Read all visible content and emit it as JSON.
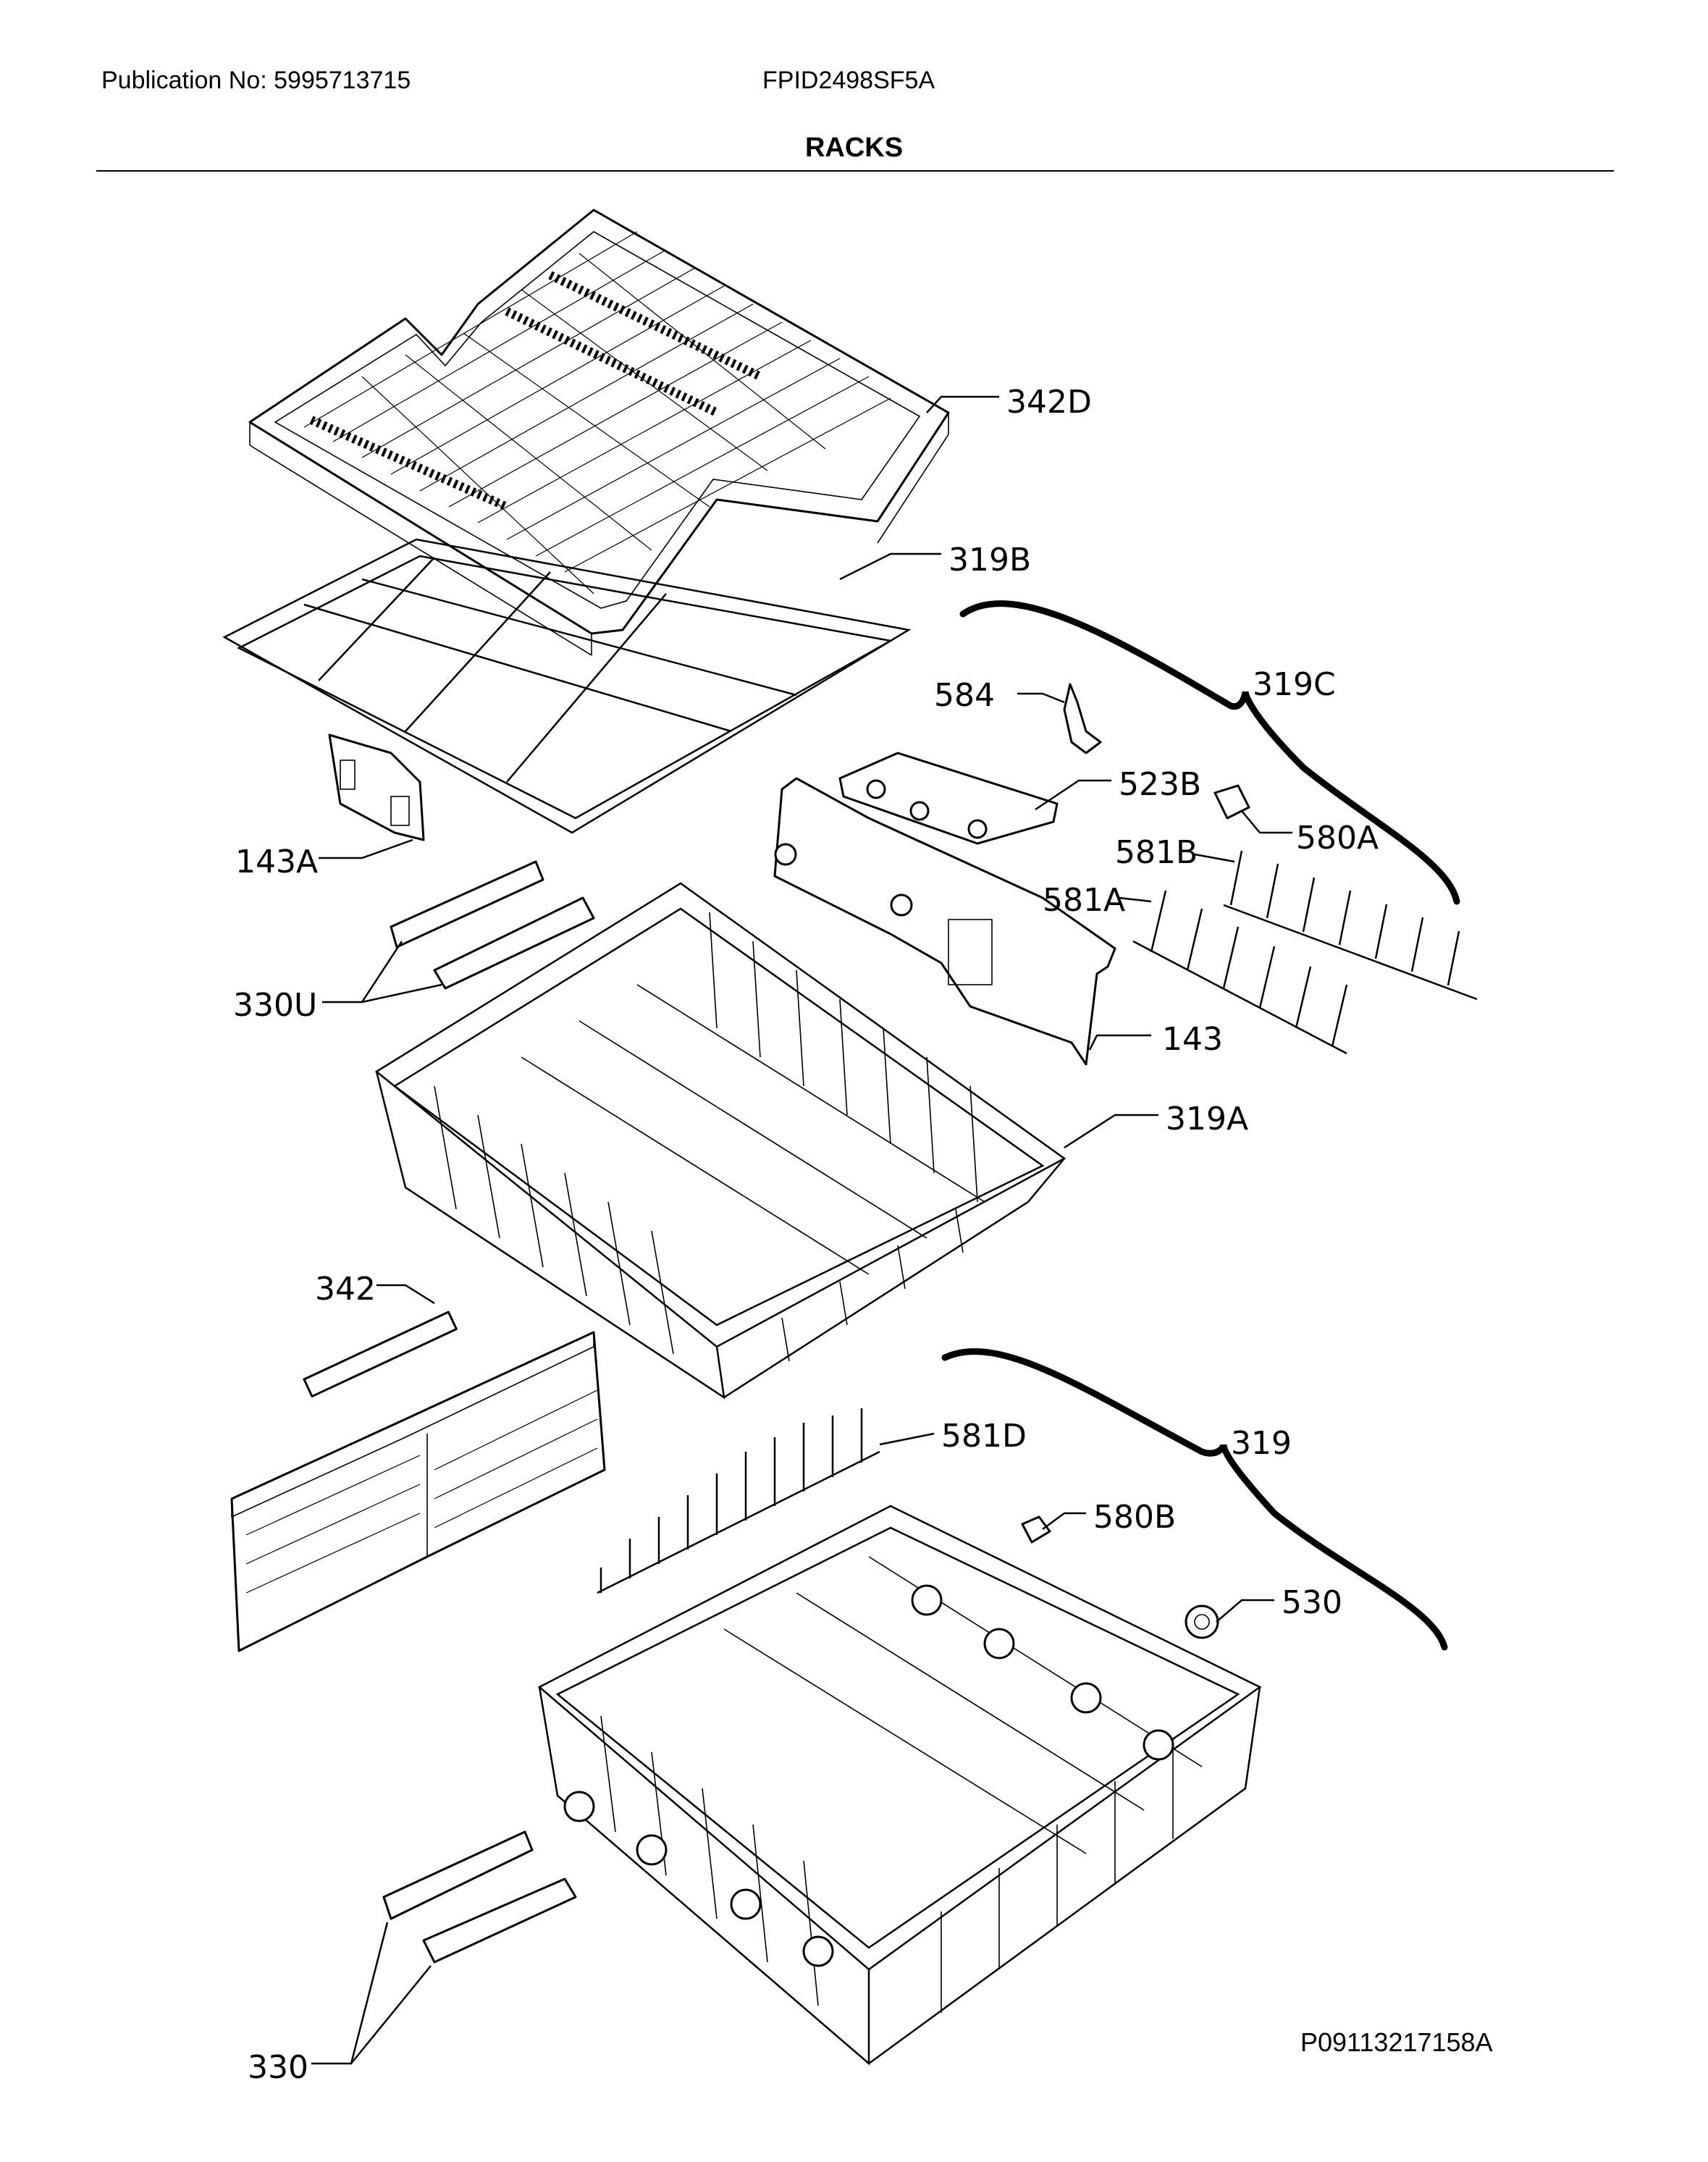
{
  "header": {
    "publication": "Publication No: 5995713715",
    "model": "FPID2498SF5A",
    "section_title": "RACKS"
  },
  "footer": {
    "drawing_code": "P09113217158A"
  },
  "callouts": {
    "c342D": "342D",
    "c319B": "319B",
    "c319C": "319C",
    "c584": "584",
    "c523B": "523B",
    "c580A": "580A",
    "c581B": "581B",
    "c581A": "581A",
    "c143A": "143A",
    "c330U": "330U",
    "c143": "143",
    "c319A": "319A",
    "c342": "342",
    "c581D": "581D",
    "c319": "319",
    "c580B": "580B",
    "c530": "530",
    "c330": "330"
  }
}
